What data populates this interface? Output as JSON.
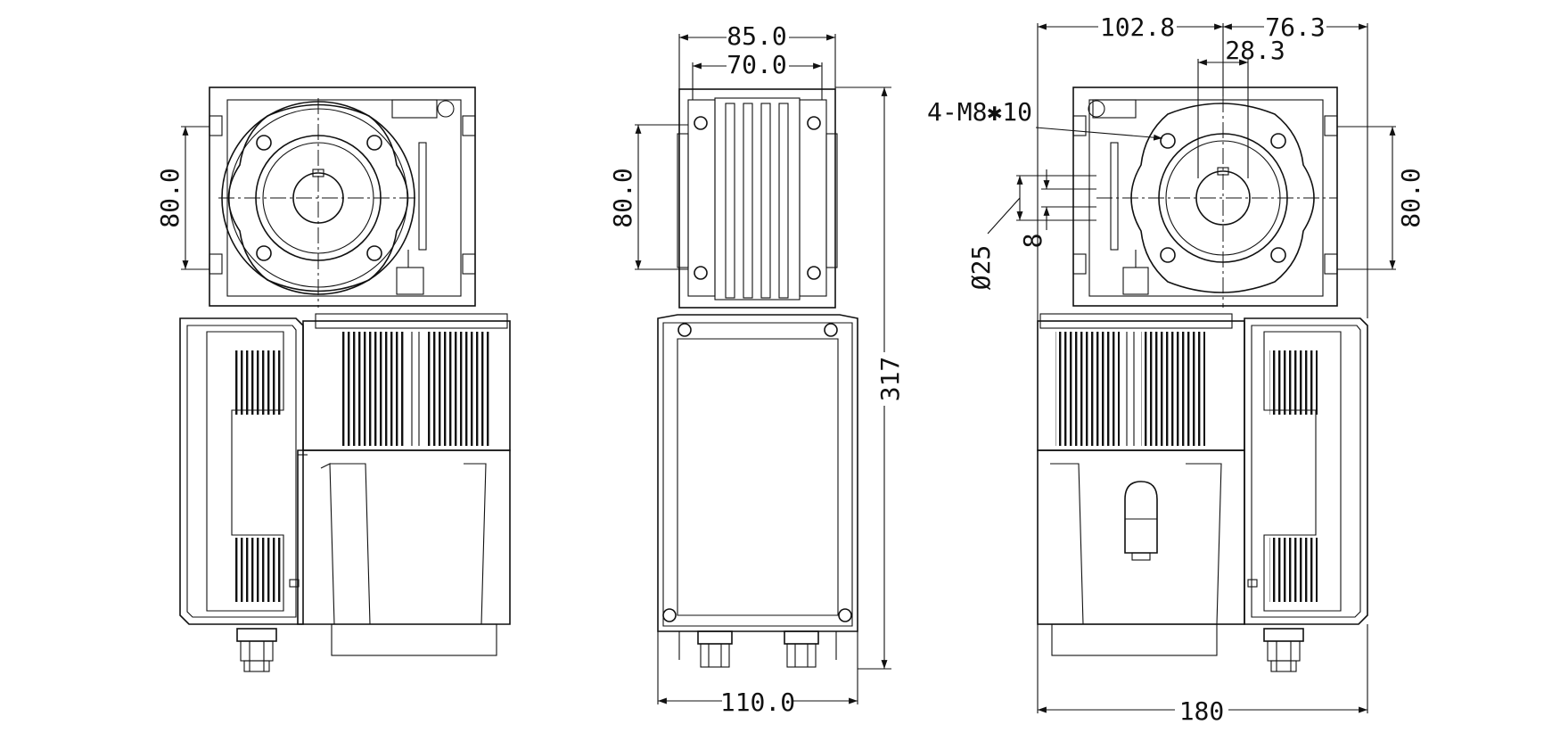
{
  "dimensions": {
    "left_view": {
      "height_80": "80.0"
    },
    "center_view": {
      "top_85": "85.0",
      "top_70": "70.0",
      "height_80": "80.0",
      "overall_317": "317",
      "bottom_110": "110.0"
    },
    "right_view": {
      "top_102": "102.8",
      "top_76": "76.3",
      "offset_28": "28.3",
      "thread": "4-M8✱10",
      "diameter": "Ø25",
      "keyway": "8",
      "height_80": "80.0",
      "bottom_180": "180"
    }
  }
}
